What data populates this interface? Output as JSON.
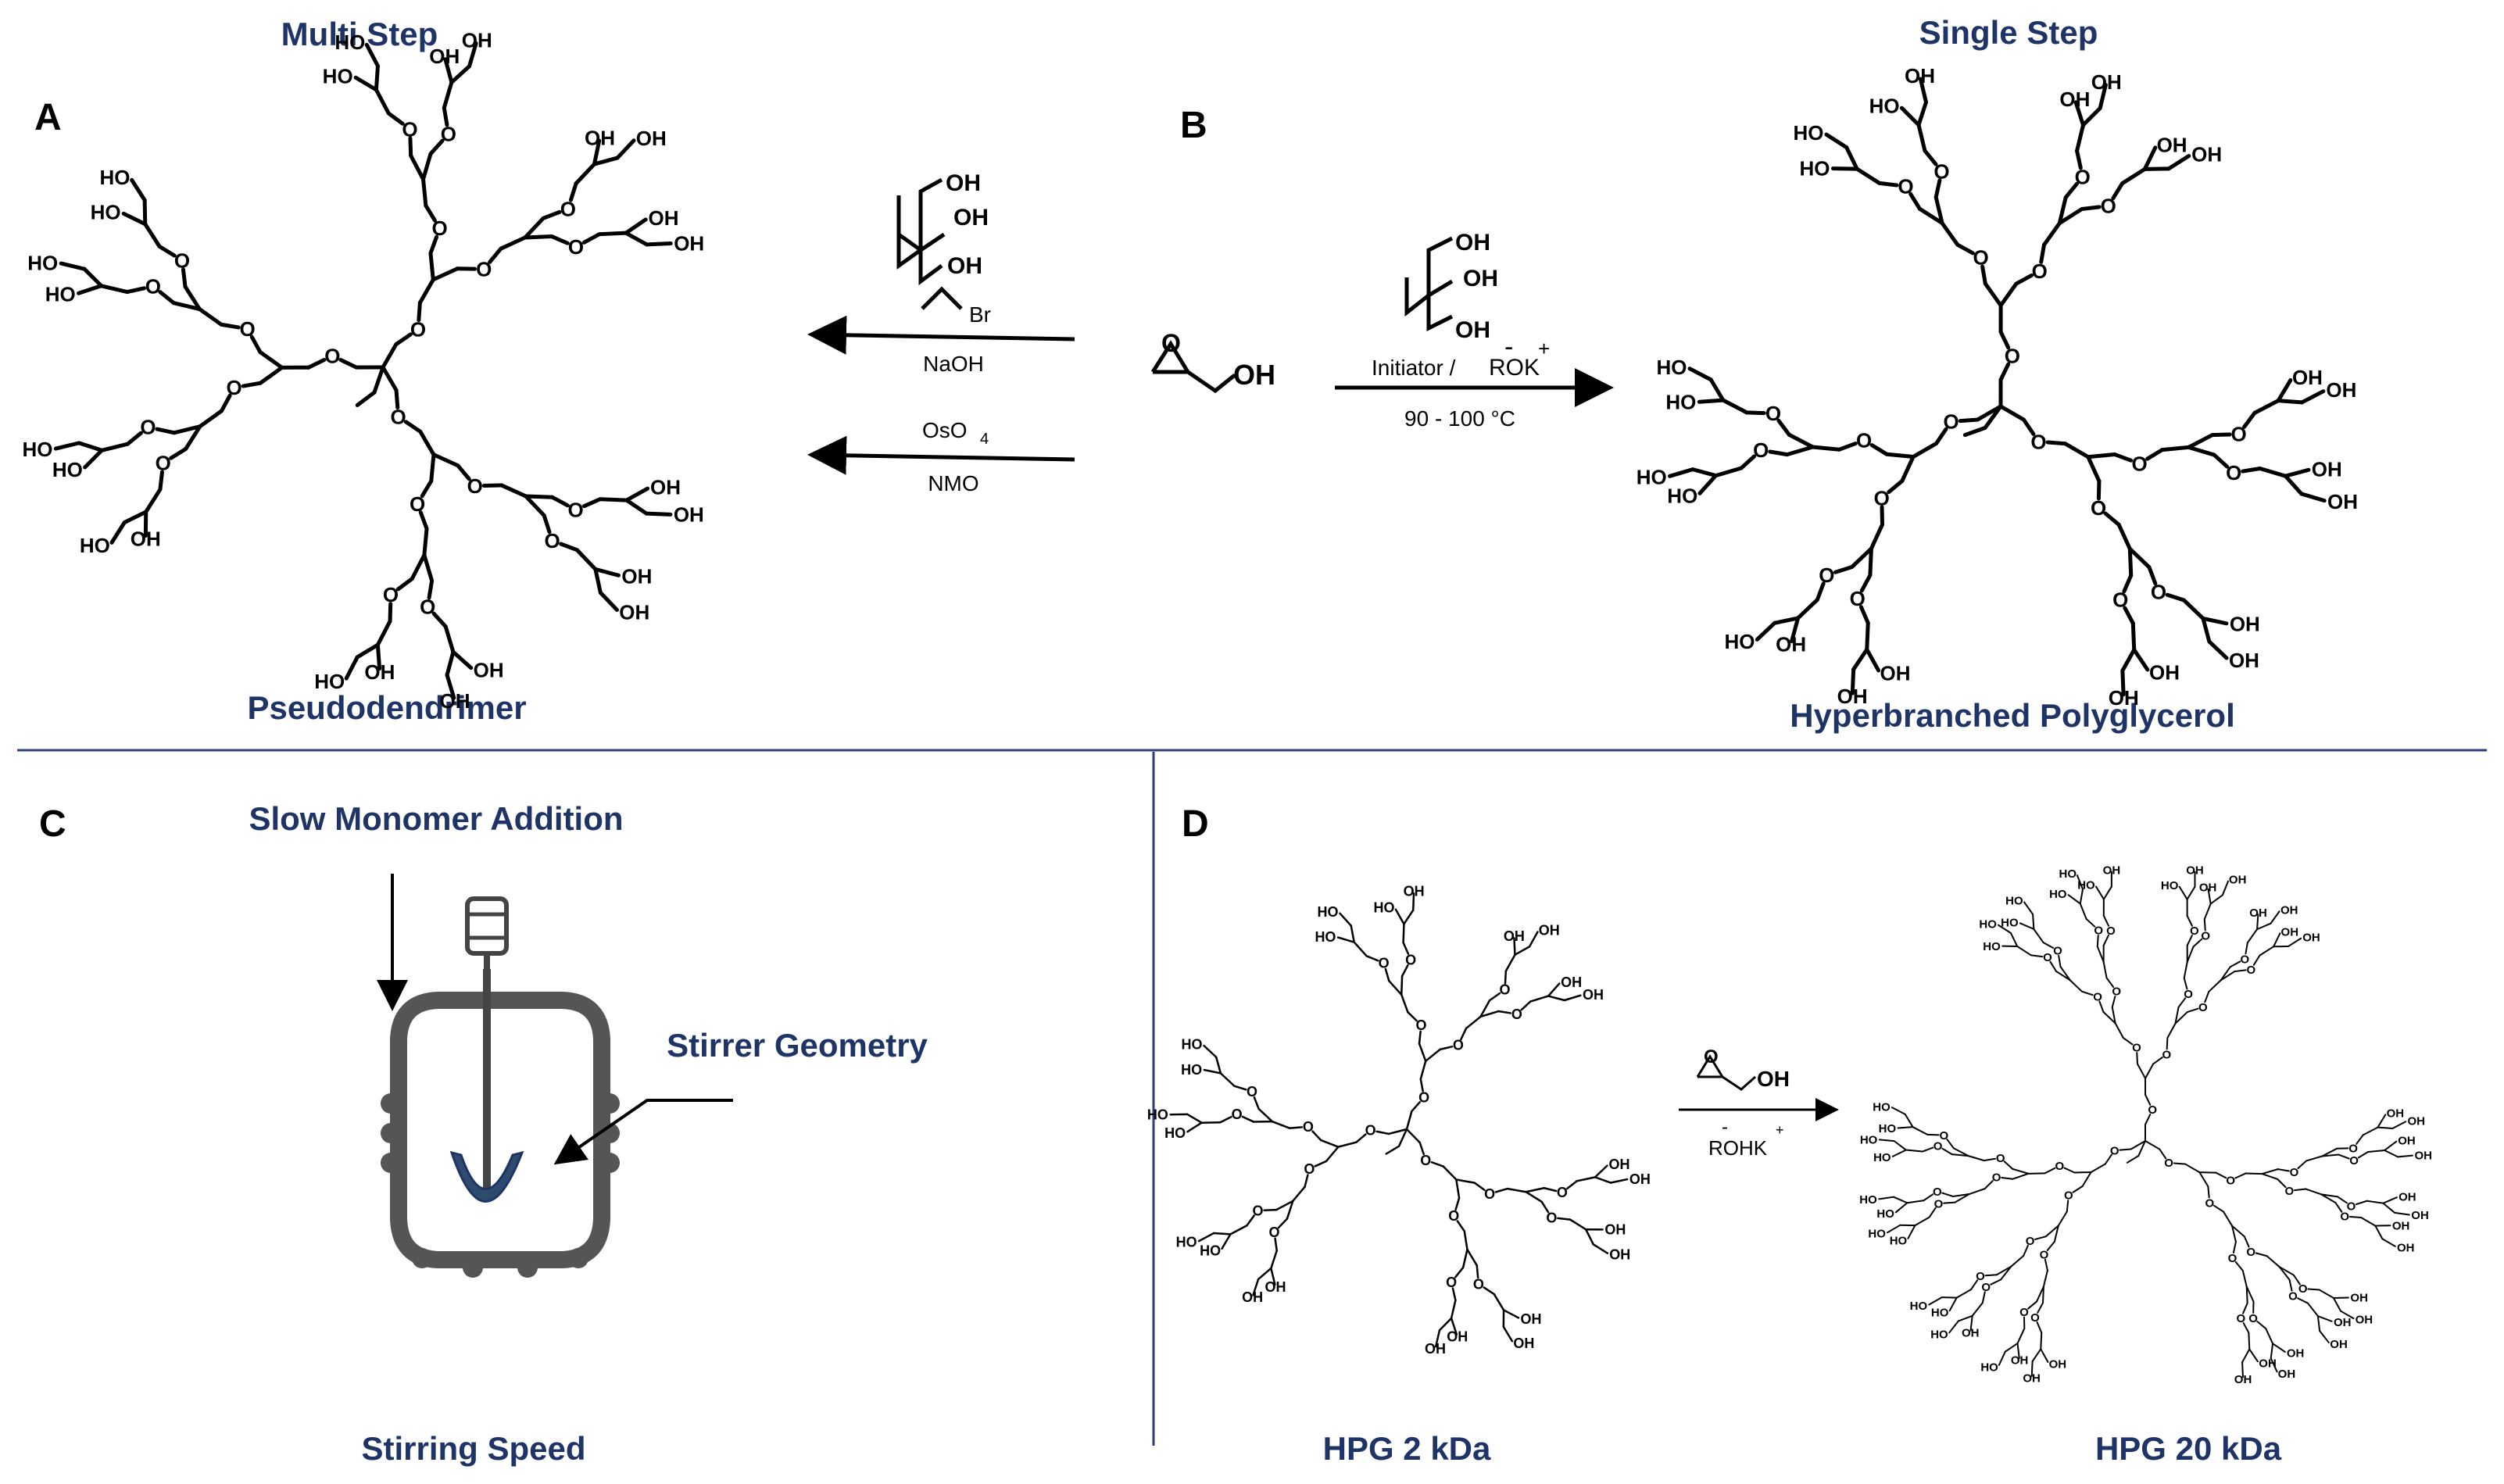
{
  "panels": {
    "A": {
      "letter": "A",
      "header": "Multi Step",
      "product_label": "Pseudodendrimer",
      "reagents": [
        "Br",
        "NaOH",
        "OsO",
        "4",
        "NMO"
      ]
    },
    "B": {
      "letter": "B",
      "header": "Single Step",
      "product_label": "Hyperbranched Polyglycerol",
      "conditions": [
        "Initiator /",
        "ROK",
        "-",
        "+",
        "90 - 100 °C"
      ]
    },
    "C": {
      "letter": "C",
      "label_top": "Slow Monomer Addition",
      "label_right": "Stirrer Geometry",
      "label_bottom": "Stirring Speed"
    },
    "D": {
      "letter": "D",
      "label_left": "HPG 2 kDa",
      "label_right": "HPG 20 kDa",
      "reagent": "ROHK",
      "reagent_charges": [
        "-",
        "+"
      ]
    }
  },
  "atoms": {
    "hydroxyl": "OH",
    "hydroxyl_left": "HO",
    "oxygen": "O"
  },
  "colors": {
    "heading": "#1f3466",
    "divider": "#2c3f7a",
    "reactor": "#555555",
    "stirrer": "#2e4a6e"
  }
}
